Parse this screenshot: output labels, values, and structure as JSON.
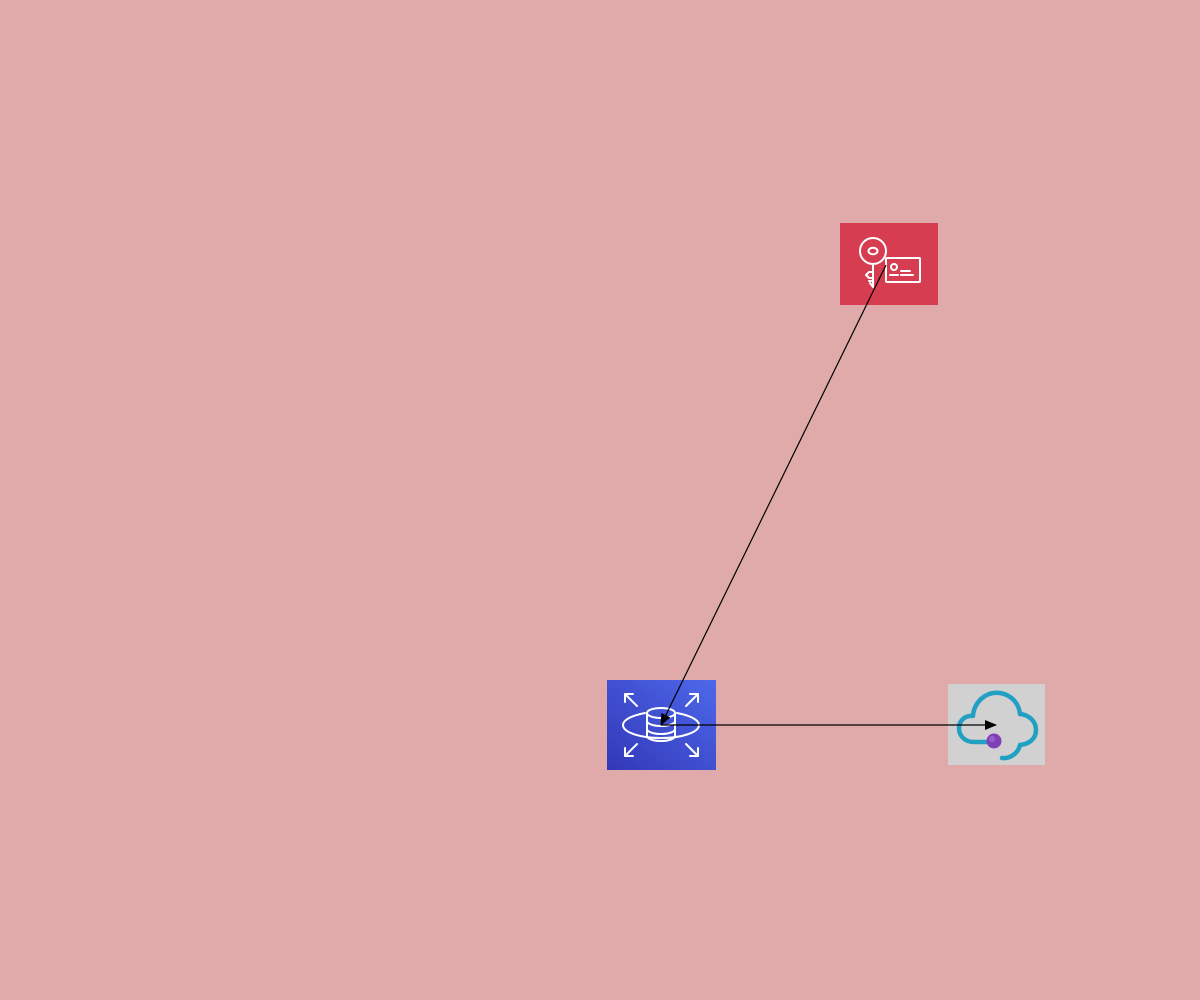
{
  "colors": {
    "background": "#e0aaaa",
    "key_node_fill": "#d63d51",
    "rds_gradient_top": "#4d68ea",
    "rds_gradient_bottom": "#3238b8",
    "cloud_node_fill": "#d1d1d1",
    "cloud_stroke": "#21a0c4",
    "cloud_dot": "#7f3fb5",
    "icon_stroke": "#ffffff",
    "edge": "#000000"
  },
  "nodes": [
    {
      "id": "key",
      "icon": "key-certificate-icon"
    },
    {
      "id": "rds",
      "icon": "database-scaling-icon"
    },
    {
      "id": "cloud",
      "icon": "cloud-service-icon"
    }
  ],
  "edges": [
    {
      "from": "key",
      "to": "rds",
      "arrow": "end"
    },
    {
      "from": "rds",
      "to": "cloud",
      "arrow": "end"
    }
  ]
}
